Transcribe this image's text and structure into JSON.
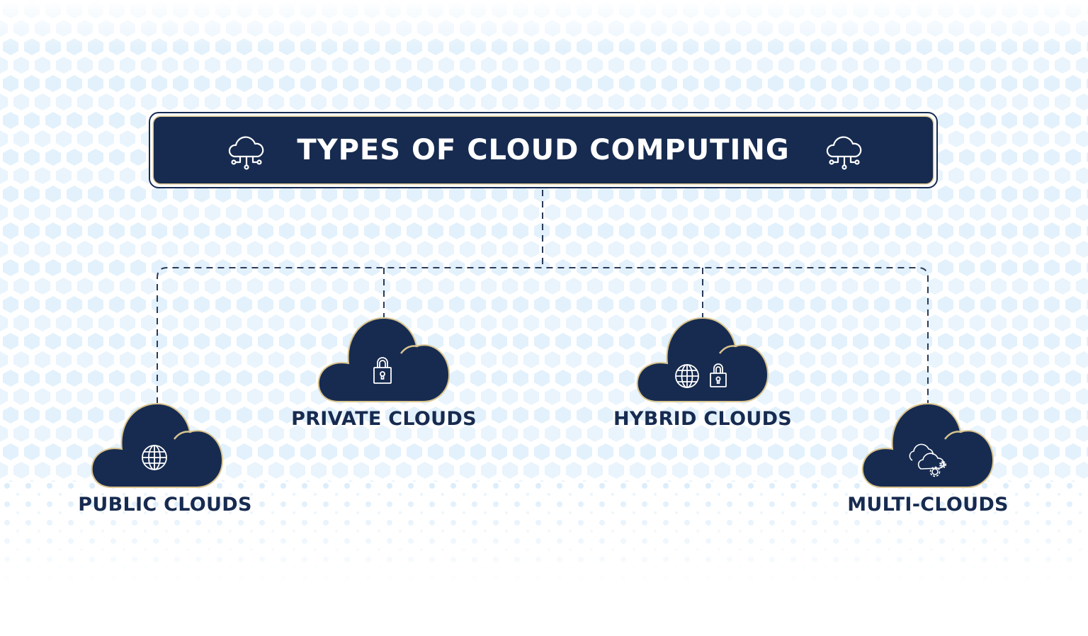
{
  "title": "TYPES OF CLOUD COMPUTING",
  "icons": {
    "title_left": "cloud-network-icon",
    "title_right": "cloud-network-icon"
  },
  "colors": {
    "navy": "#172b50",
    "gold_outline": "#d9c48e",
    "background_hex": "#dcefff",
    "text": "#172b50"
  },
  "nodes": [
    {
      "label": "PUBLIC CLOUDS",
      "icon": "globe-icon"
    },
    {
      "label": "PRIVATE CLOUDS",
      "icon": "padlock-icon"
    },
    {
      "label": "HYBRID CLOUDS",
      "icon": "globe-and-padlock-icon"
    },
    {
      "label": "MULTI-CLOUDS",
      "icon": "multi-cloud-gear-icon"
    }
  ]
}
